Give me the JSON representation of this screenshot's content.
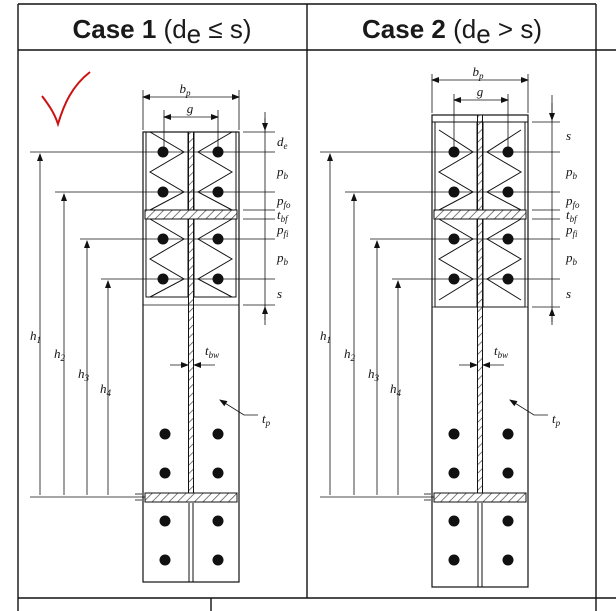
{
  "header": {
    "case1": {
      "title": "Case 1",
      "condition": "(d",
      "cond_sub": "e",
      "cond_rest": " ≤ s)"
    },
    "case2": {
      "title": "Case 2",
      "condition": "(d",
      "cond_sub": "e",
      "cond_rest": " > s)"
    }
  },
  "labels": {
    "bp": {
      "main": "b",
      "sub": "p"
    },
    "g": {
      "main": "g",
      "sub": ""
    },
    "de": {
      "main": "d",
      "sub": "e"
    },
    "s": {
      "main": "s",
      "sub": ""
    },
    "pb": {
      "main": "p",
      "sub": "b"
    },
    "pfo": {
      "main": "p",
      "sub": "fo"
    },
    "tbf": {
      "main": "t",
      "sub": "bf"
    },
    "pfi": {
      "main": "p",
      "sub": "fi"
    },
    "tbw": {
      "main": "t",
      "sub": "bw"
    },
    "tp": {
      "main": "t",
      "sub": "p"
    },
    "h1": {
      "main": "h",
      "sub": "1"
    },
    "h2": {
      "main": "h",
      "sub": "2"
    },
    "h3": {
      "main": "h",
      "sub": "3"
    },
    "h4": {
      "main": "h",
      "sub": "4"
    }
  },
  "colors": {
    "line": "#1a1a1a",
    "mark": "#cc1111",
    "hatch": "#444444"
  },
  "mark": "check-mark"
}
